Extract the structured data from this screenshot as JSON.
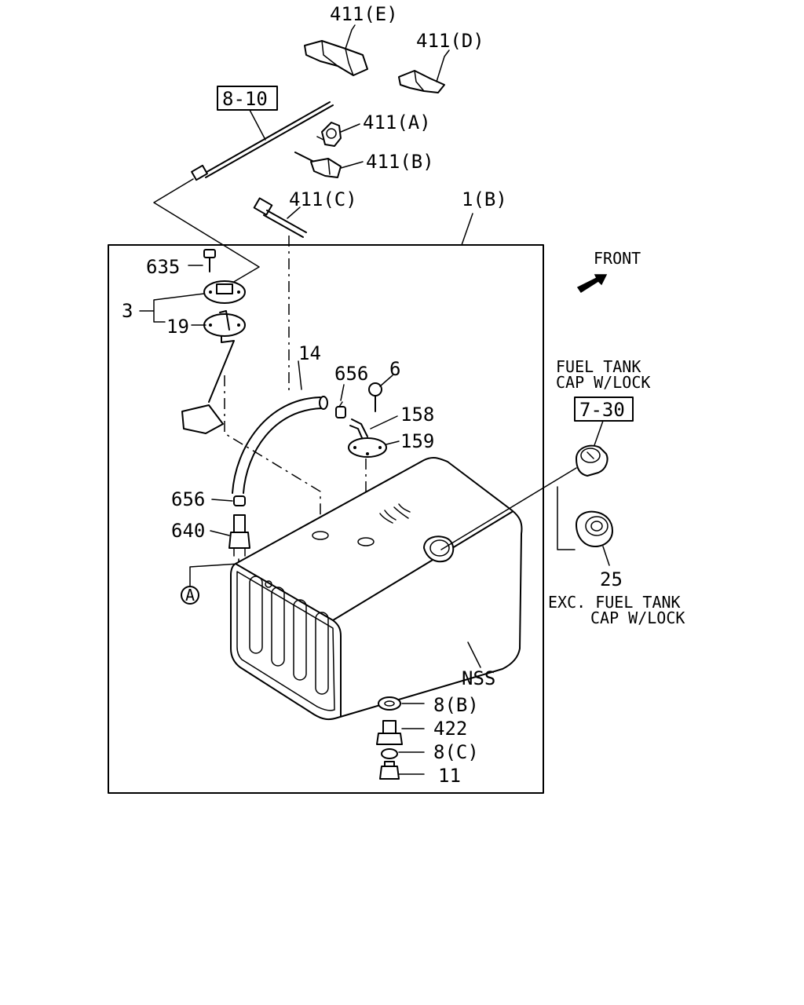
{
  "diagram": {
    "box_label": "1(B)",
    "front_label": "FRONT",
    "fuel_tank_cap_lock": [
      "FUEL TANK",
      "CAP W/LOCK"
    ],
    "exc_fuel_tank_cap_lock": [
      "EXC. FUEL TANK",
      "CAP W/LOCK"
    ],
    "ref_boxes": {
      "harness": "8-10",
      "cap": "7-30"
    },
    "circle_ref": "A",
    "tank_label": "NSS",
    "labels": {
      "p411e": "411(E)",
      "p411d": "411(D)",
      "p411a": "411(A)",
      "p411b": "411(B)",
      "p411c": "411(C)",
      "p635": "635",
      "p3": "3",
      "p19": "19",
      "p14": "14",
      "p656_top": "656",
      "p6": "6",
      "p158": "158",
      "p159": "159",
      "p656_left": "656",
      "p640": "640",
      "p25": "25",
      "p8b": "8(B)",
      "p422": "422",
      "p8c": "8(C)",
      "p11": "11"
    }
  }
}
